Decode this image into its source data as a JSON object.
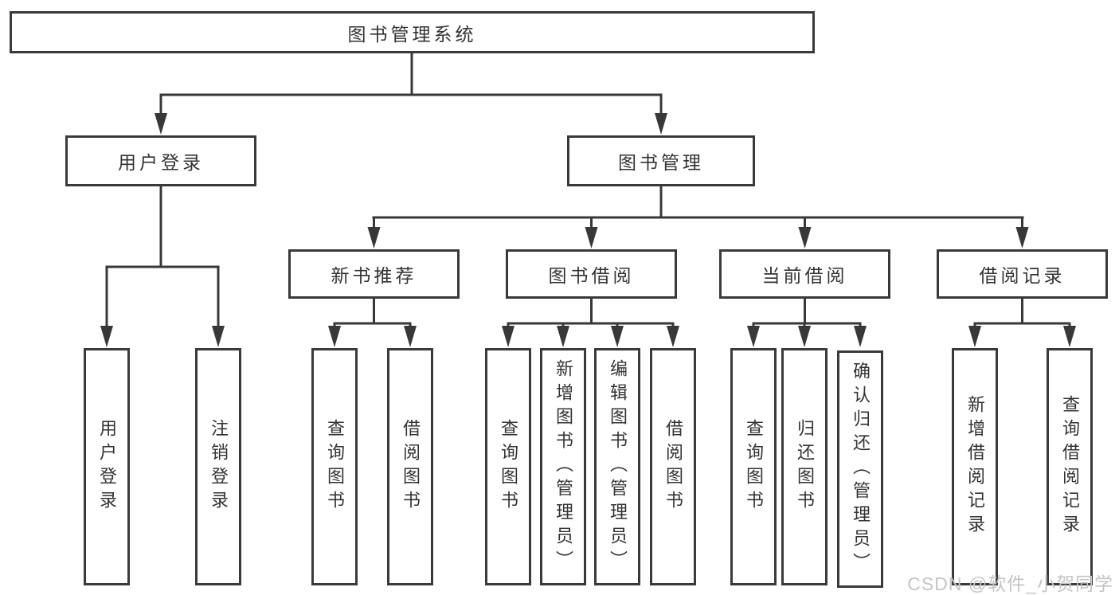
{
  "root": {
    "label": "图书管理系统",
    "children": [
      {
        "label": "用户登录",
        "children": [
          {
            "label": "用户登录"
          },
          {
            "label": "注销登录"
          }
        ]
      },
      {
        "label": "图书管理",
        "children": [
          {
            "label": "新书推荐",
            "children": [
              {
                "label": "查询图书"
              },
              {
                "label": "借阅图书"
              }
            ]
          },
          {
            "label": "图书借阅",
            "children": [
              {
                "label": "查询图书"
              },
              {
                "label": "新增图书（管理员）"
              },
              {
                "label": "编辑图书（管理员）"
              },
              {
                "label": "借阅图书"
              }
            ]
          },
          {
            "label": "当前借阅",
            "children": [
              {
                "label": "查询图书"
              },
              {
                "label": "归还图书"
              },
              {
                "label": "确认归还（管理员）"
              }
            ]
          },
          {
            "label": "借阅记录",
            "children": [
              {
                "label": "新增借阅记录"
              },
              {
                "label": "查询借阅记录"
              }
            ]
          }
        ]
      }
    ]
  },
  "watermark": "CSDN @软件_小贺同学",
  "colors": {
    "line": "#383838",
    "text": "#333333",
    "watermark": "#c5c5c5",
    "background": "#ffffff"
  }
}
